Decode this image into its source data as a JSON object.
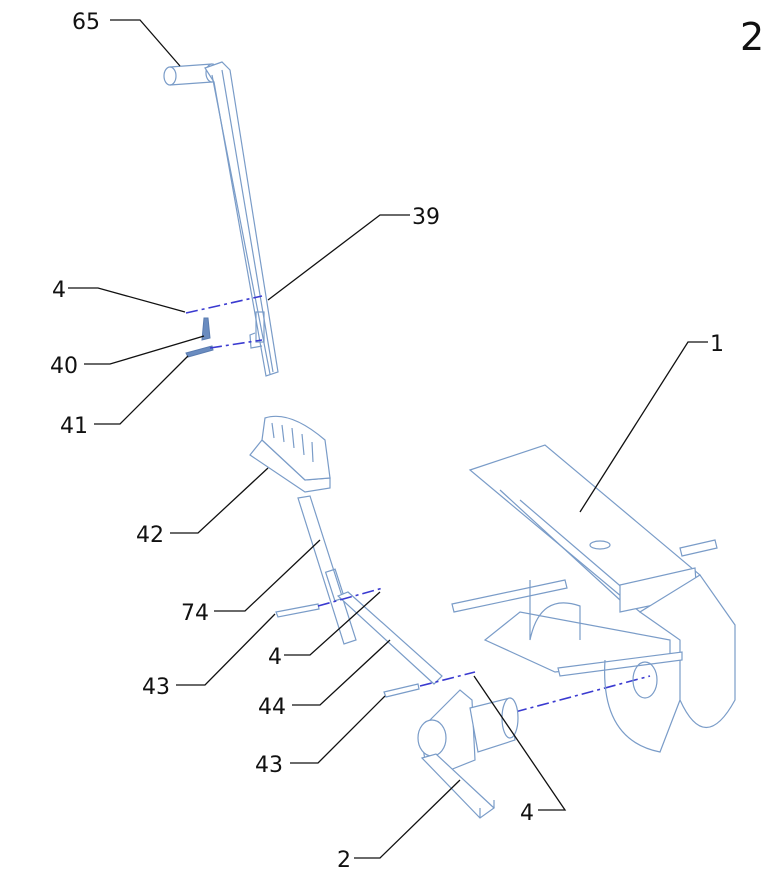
{
  "page_number": "2",
  "callouts": {
    "c65": "65",
    "c39": "39",
    "c4a": "4",
    "c40": "40",
    "c41": "41",
    "c1": "1",
    "c42": "42",
    "c74": "74",
    "c43a": "43",
    "c4b": "4",
    "c44": "44",
    "c43b": "43",
    "c4c": "4",
    "c2": "2"
  },
  "colors": {
    "part_line": "#7a9cc8",
    "axis_dash": "#3a3ad0",
    "callout": "#111111"
  }
}
